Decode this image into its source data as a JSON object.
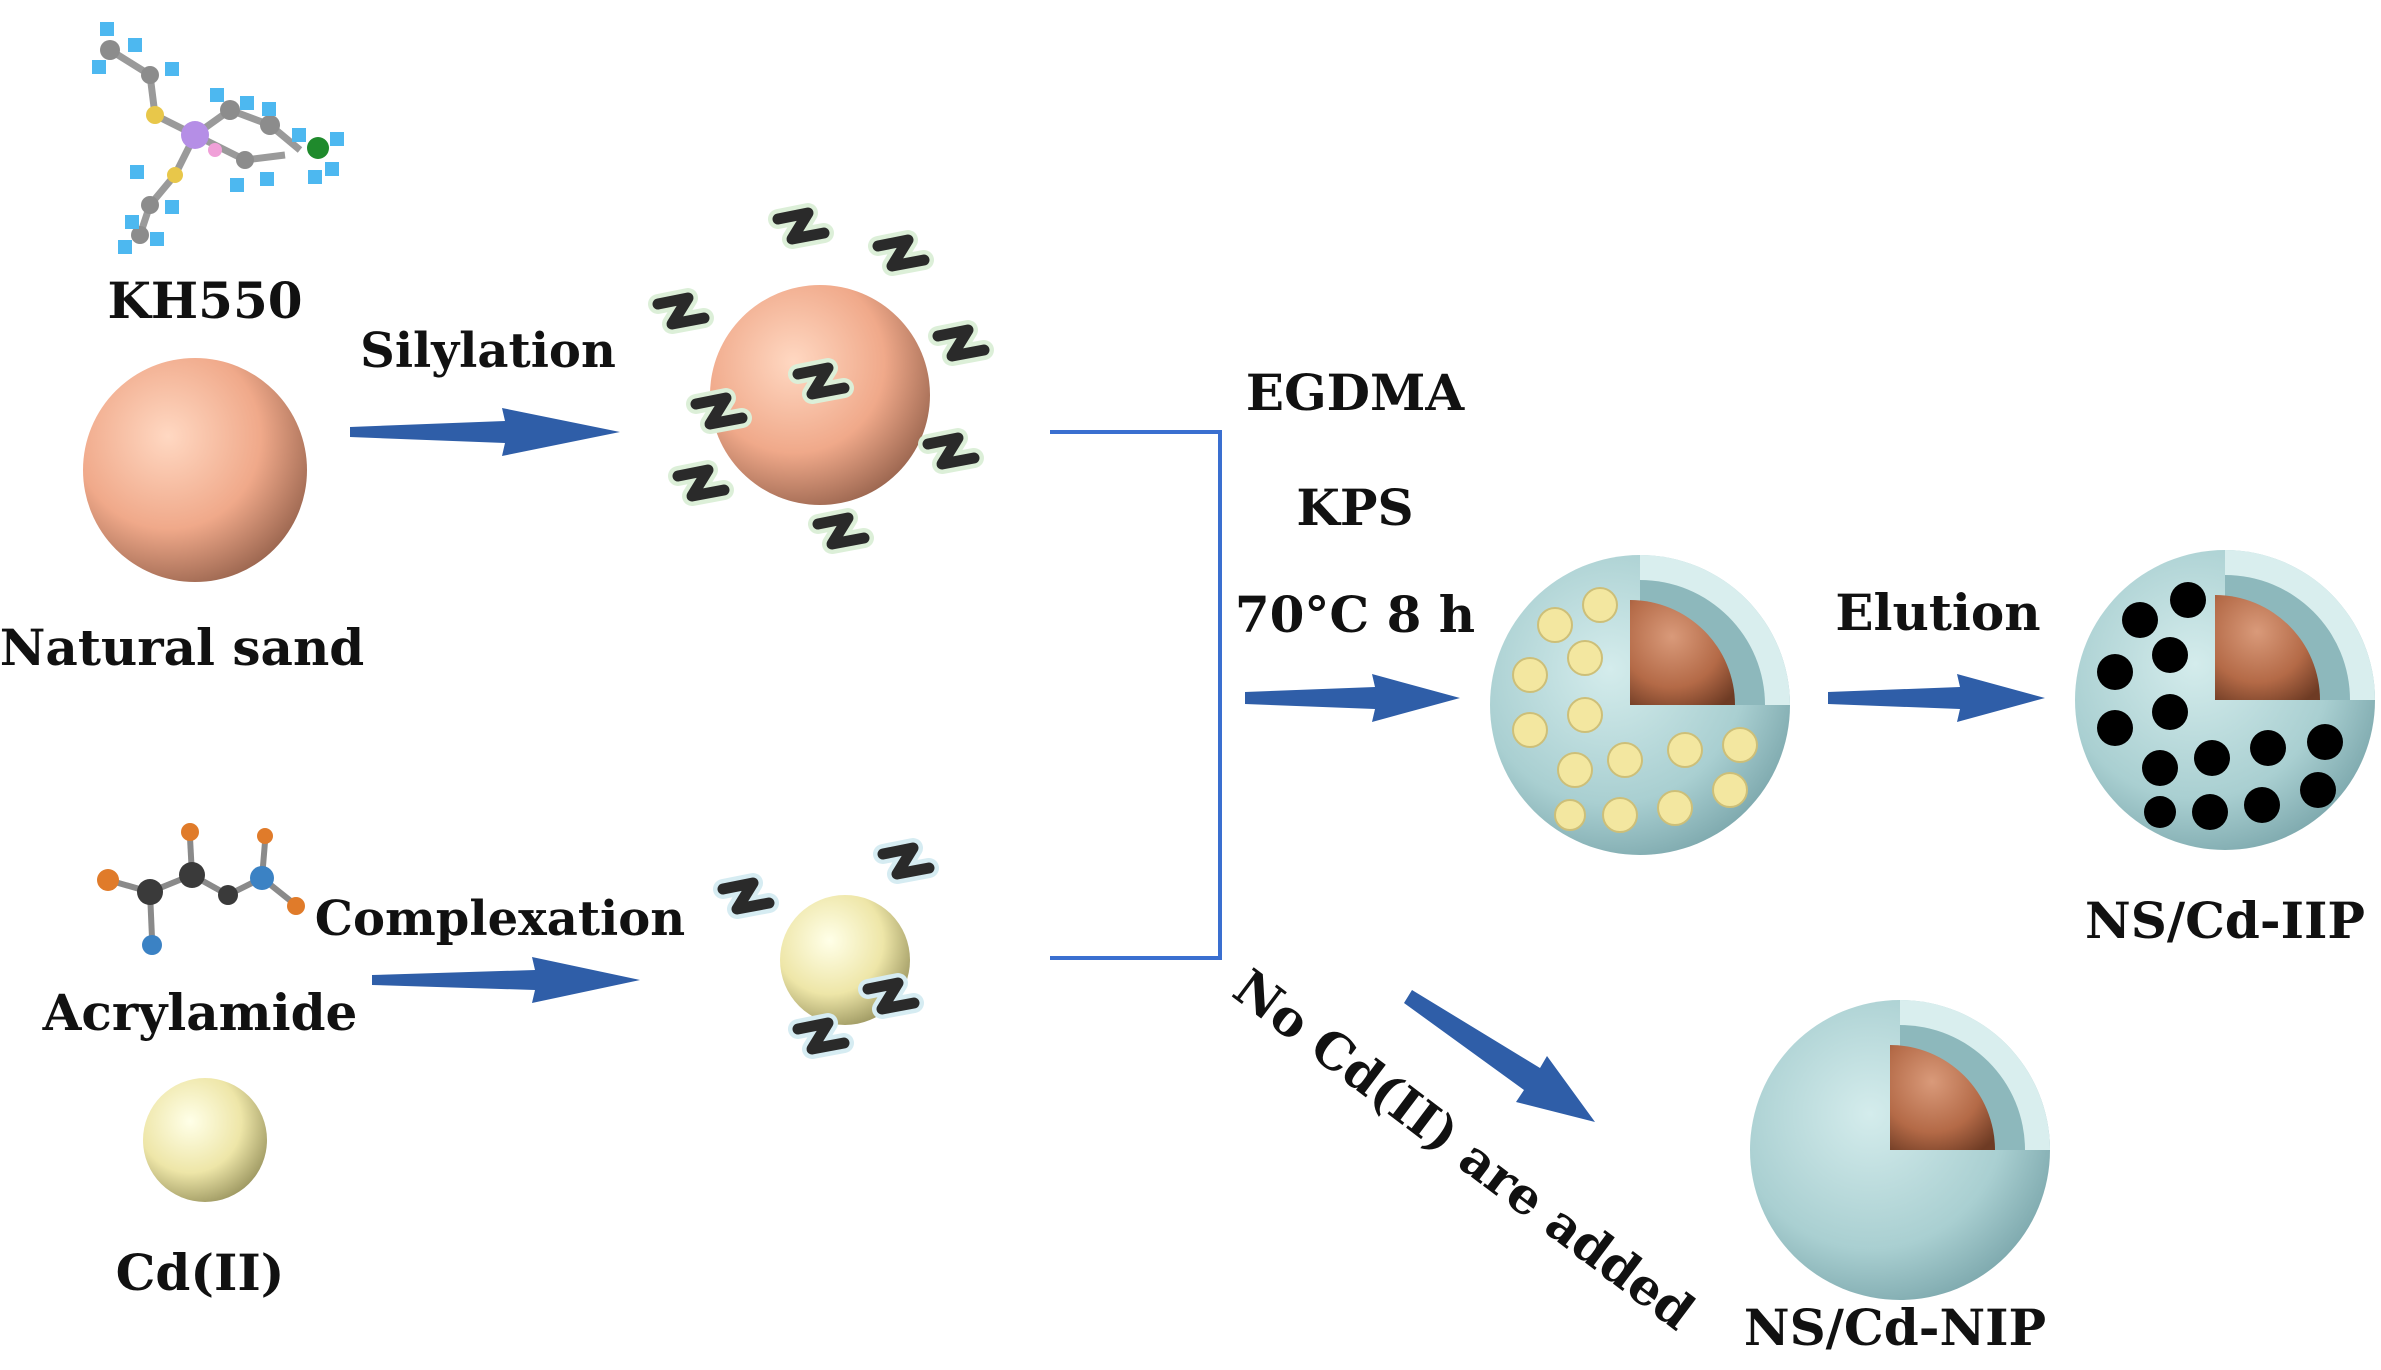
{
  "labels": {
    "kh550": "KH550",
    "natural_sand": "Natural sand",
    "silylation": "Silylation",
    "acrylamide": "Acrylamide",
    "cd_ii": "Cd(II)",
    "complexation": "Complexation",
    "egdma": "EGDMA",
    "kps": "KPS",
    "conditions": "70°C  8 h",
    "elution": "Elution",
    "iip": "NS/Cd-IIP",
    "nip": "NS/Cd-NIP",
    "no_cd": "No Cd(II) are added"
  },
  "colors": {
    "arrow": "#2f5ea8",
    "bracket": "#3a6fd0",
    "sand": "#f0a98a",
    "cd_sphere": "#eee6a8",
    "shell": "#a9cfd1",
    "core": "#b46a47",
    "template_dot": "#f3e7a0",
    "cavity": "#000000",
    "chain": "#2a2a2a"
  },
  "icons": {
    "kh550_molecule": "ball-and-stick-molecule-icon",
    "acrylamide_molecule": "ball-and-stick-molecule-icon"
  }
}
